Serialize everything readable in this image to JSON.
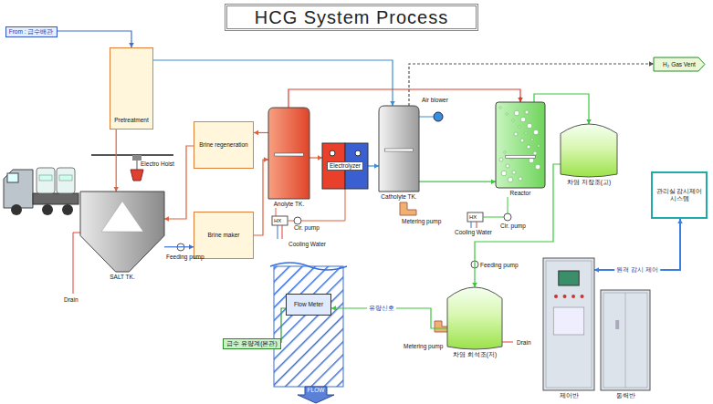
{
  "diagram": {
    "title": "HCG System Process",
    "nodes": [
      {
        "text": [
          "From : 급수배관"
        ]
      },
      {
        "text": [
          "Pretreatment"
        ]
      },
      {
        "text": [
          "Brine regeneration"
        ]
      },
      {
        "text": [
          "SALT TK."
        ]
      },
      {
        "text": [
          "Brine maker"
        ]
      },
      {
        "text": [
          "Anolyte TK."
        ]
      },
      {
        "text": [
          "Electrolyzer"
        ]
      },
      {
        "text": [
          "Catholyte TK."
        ]
      },
      {
        "text": [
          "Reactor"
        ]
      },
      {
        "text": [
          "H₂ Gas Vent"
        ]
      },
      {
        "text": [
          "차염 저장조(고)"
        ]
      },
      {
        "text": [
          "관리실 감시제어 시스템"
        ]
      },
      {
        "text": [
          "차염 희석조(저)"
        ]
      },
      {
        "text": [
          "제어반"
        ]
      },
      {
        "text": [
          "동력반"
        ]
      },
      {
        "text": [
          "급수 유량계(본관)"
        ]
      },
      {
        "text": [
          "Flow Meter"
        ]
      },
      {
        "text": [
          "FLOW"
        ]
      }
    ],
    "edges": [
      {
        "from": 0,
        "to": 1,
        "arrow": "to"
      },
      {
        "from": 1,
        "to": 7,
        "arrow": "to"
      },
      {
        "from": 1,
        "to": 3,
        "arrow": "to"
      },
      {
        "from": 3,
        "to": 4,
        "arrow": "to"
      },
      {
        "from": 4,
        "to": 5,
        "arrow": "to"
      },
      {
        "from": 5,
        "to": 2,
        "arrow": "to"
      },
      {
        "from": 2,
        "to": 3,
        "arrow": "to"
      },
      {
        "from": 5,
        "to": 6,
        "arrow": "to"
      },
      {
        "from": 6,
        "to": 7,
        "arrow": "to"
      },
      {
        "from": 5,
        "to": 8,
        "arrow": "to"
      },
      {
        "from": 7,
        "to": 8,
        "arrow": "to"
      },
      {
        "from": 7,
        "to": 9,
        "arrow": "to"
      },
      {
        "from": 8,
        "to": 10,
        "arrow": "to"
      },
      {
        "from": 10,
        "to": 12,
        "arrow": "to"
      },
      {
        "from": 12,
        "to": 16,
        "label": "유량신호",
        "arrow": "to"
      },
      {
        "from": 15,
        "to": 16,
        "arrow": "none"
      },
      {
        "from": 13,
        "to": 11,
        "label": "원격 감시 제어",
        "arrow": "both"
      }
    ],
    "labels": [
      "Electro Hoist",
      "Feeding pump",
      "Drain",
      "HX",
      "Cir. pump",
      "Cooling Water",
      "Air blower",
      "Metering pump",
      "HX",
      "Cir. pump",
      "Cooling Water",
      "Feeding pump",
      "Drain",
      "Metering pump"
    ]
  }
}
